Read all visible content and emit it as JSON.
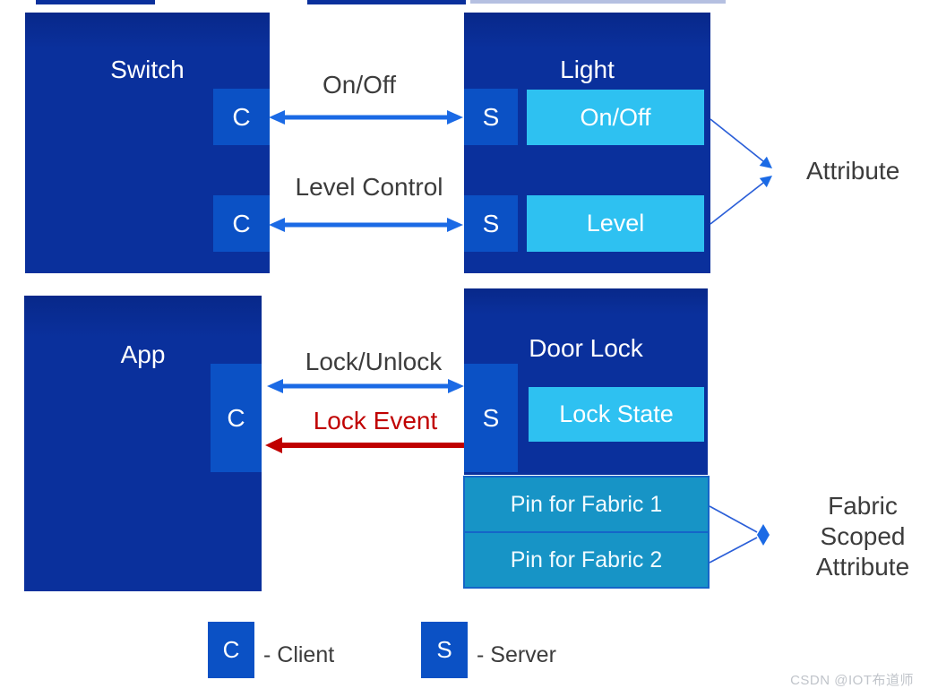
{
  "colors": {
    "box_blue": "#0a309c",
    "box_blue_dark": "#08288a",
    "node_blue": "#0b51c5",
    "cyan": "#2ec1f1",
    "teal": "#1794c6",
    "teal_border": "#1565c8",
    "arrow_blue": "#1b6ae5",
    "line_blue": "#2b5fd8",
    "arrow_red": "#c00000",
    "label_dark": "#3c3c3c",
    "watermark": "#c0c4ca"
  },
  "top": {
    "switch": {
      "title": "Switch",
      "clients": [
        "C",
        "C"
      ]
    },
    "light": {
      "title": "Light",
      "servers": [
        "S",
        "S"
      ],
      "clusters": [
        "On/Off",
        "Level"
      ]
    },
    "interactions": [
      "On/Off",
      "Level Control"
    ],
    "attribute_label": "Attribute"
  },
  "bottom": {
    "app": {
      "title": "App",
      "client": "C"
    },
    "door_lock": {
      "title": "Door Lock",
      "server": "S",
      "cluster": "Lock State",
      "pins": [
        "Pin for Fabric 1",
        "Pin for Fabric 2"
      ]
    },
    "interaction_blue": "Lock/Unlock",
    "interaction_red": "Lock Event",
    "fabric_label_lines": [
      "Fabric",
      "Scoped",
      "Attribute"
    ]
  },
  "legend": {
    "client_symbol": "C",
    "client_label": "- Client",
    "server_symbol": "S",
    "server_label": "- Server"
  },
  "watermark": "CSDN @IOT布道师"
}
